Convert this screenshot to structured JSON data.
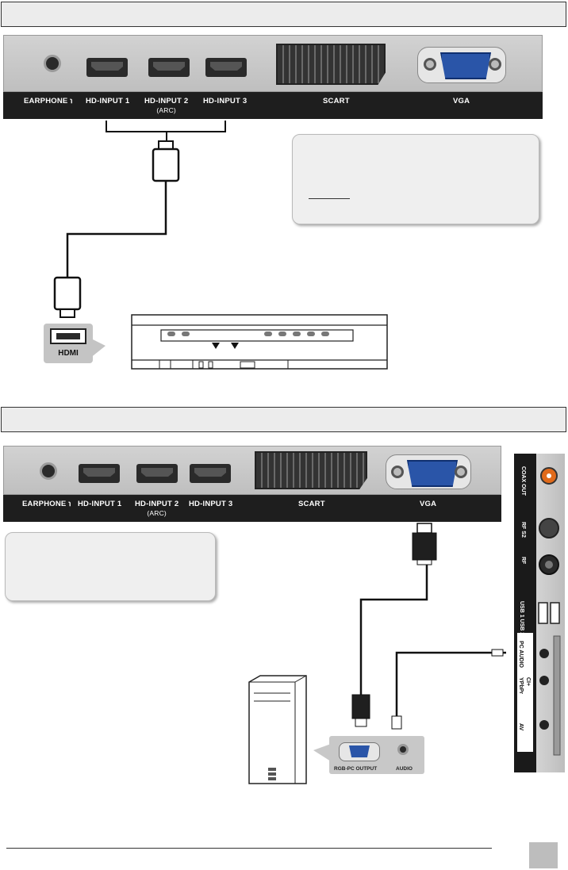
{
  "section1": {
    "ports": {
      "earphone": "EARPHONE ℩",
      "hd1": "HD-INPUT 1",
      "hd2": "HD-INPUT 2",
      "hd2_sub": "(ARC)",
      "hd3": "HD-INPUT 3",
      "scart": "SCART",
      "vga": "VGA"
    },
    "device_label": "HDMI"
  },
  "section2": {
    "ports": {
      "earphone": "EARPHONE ℩",
      "hd1": "HD-INPUT 1",
      "hd2": "HD-INPUT 2",
      "hd2_sub": "(ARC)",
      "hd3": "HD-INPUT 3",
      "scart": "SCART",
      "vga": "VGA"
    },
    "side_panel": {
      "coax": "COAX OUT",
      "rf_s2": "RF S2",
      "rf": "RF",
      "usb": "USB 1 USB 2",
      "ci": "CI+",
      "pc_audio": "PC AUDIO",
      "ypbpr": "YPbPr",
      "av": "AV"
    },
    "pc": {
      "rgb_label": "RGB-PC OUTPUT",
      "audio_label": "AUDIO"
    }
  },
  "colors": {
    "strip": "#1e1e1e",
    "vga_blue": "#2a55a8",
    "coax_orange": "#e06a1a"
  }
}
